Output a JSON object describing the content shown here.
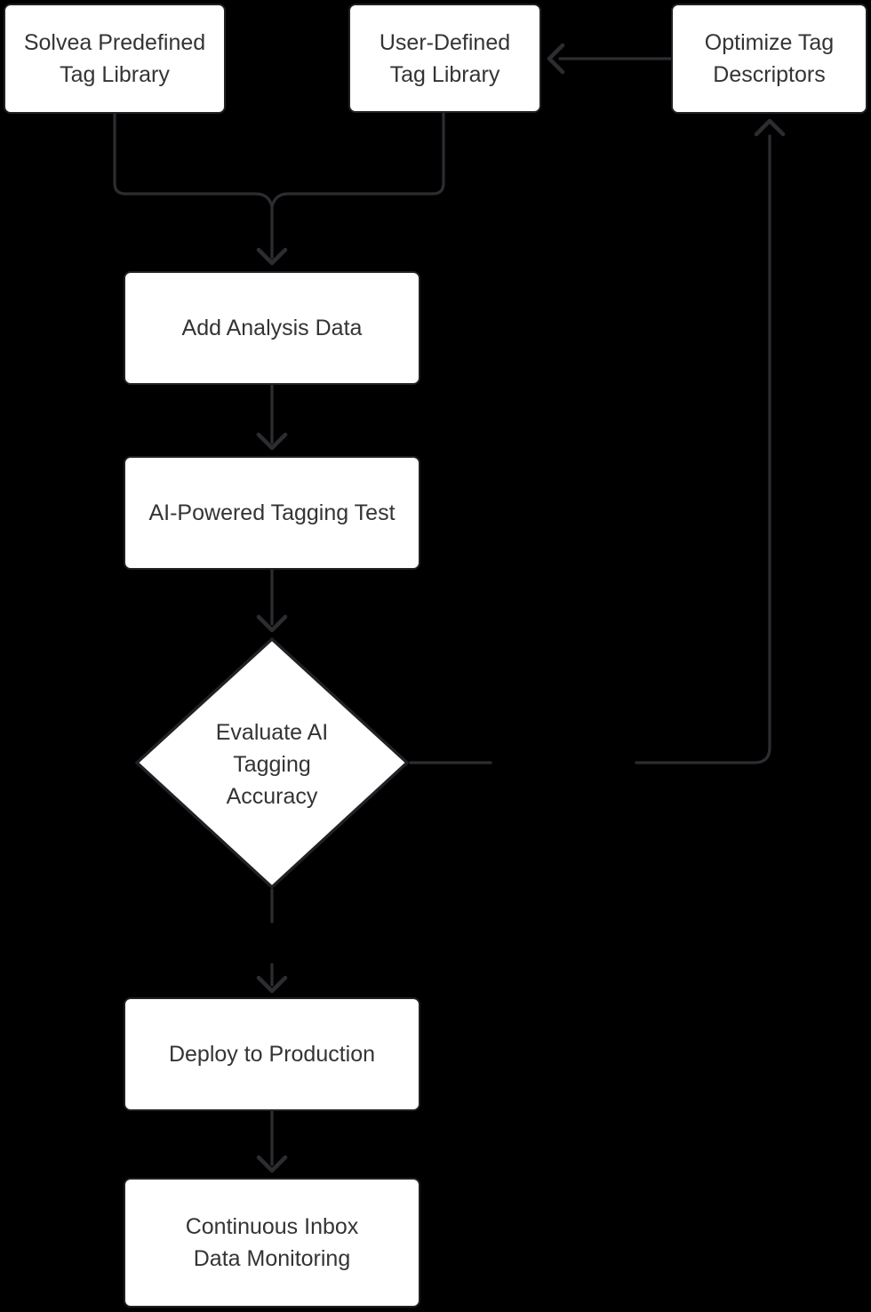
{
  "colors": {
    "background": "#000000",
    "node_fill": "#ffffff",
    "node_border": "#202125",
    "edge": "#2b2d31",
    "text": "#343434"
  },
  "nodes": {
    "solvea": {
      "label": "Solvea Predefined\nTag Library"
    },
    "user_defined": {
      "label": "User-Defined\nTag Library"
    },
    "optimize": {
      "label": "Optimize Tag\nDescriptors"
    },
    "add_data": {
      "label": "Add Analysis Data"
    },
    "tagging_test": {
      "label": "AI-Powered Tagging Test"
    },
    "evaluate": {
      "label": "Evaluate AI\nTagging\nAccuracy"
    },
    "deploy": {
      "label": "Deploy to Production"
    },
    "monitoring": {
      "label": "Continuous Inbox\nData Monitoring"
    }
  }
}
